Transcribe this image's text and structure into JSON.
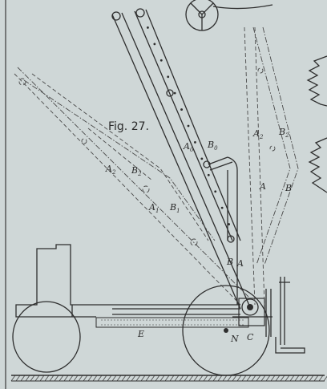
{
  "figure": {
    "title": "Fig. 27."
  },
  "labels": {
    "A2_left": {
      "main": "A",
      "sub": "2"
    },
    "B2_left": {
      "main": "B",
      "sub": "2"
    },
    "A1_left": {
      "main": "A",
      "sub": "1"
    },
    "B1_left": {
      "main": "B",
      "sub": "1"
    },
    "A0_mid": {
      "main": "A",
      "sub": "0"
    },
    "B0_mid": {
      "main": "B",
      "sub": "0"
    },
    "A2_right": {
      "main": "A",
      "sub": "2"
    },
    "B2_right": {
      "main": "B",
      "sub": "2"
    },
    "A_right": {
      "main": "A",
      "sub": ""
    },
    "B_right": {
      "main": "B",
      "sub": ""
    },
    "B_low": {
      "main": "B",
      "sub": ""
    },
    "A_low": {
      "main": "A",
      "sub": ""
    },
    "E": "E",
    "N": "N",
    "C": "C"
  },
  "colors": {
    "paper": "#cfd7d7",
    "ink": "#2e2e2e"
  }
}
